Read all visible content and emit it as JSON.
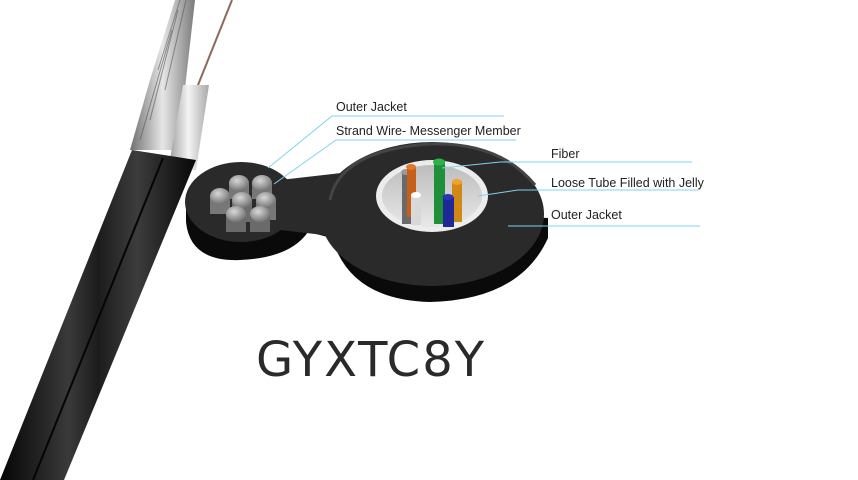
{
  "labels": {
    "outer_jacket_left": "Outer Jacket",
    "strand_wire": "Strand Wire- Messenger Member",
    "fiber": "Fiber",
    "loose_tube": "Loose Tube Filled with Jelly",
    "outer_jacket_right": "Outer Jacket"
  },
  "model_name": "GYXTC8Y",
  "colors": {
    "leader_line": "#7fd3ee",
    "jacket": "#1e1e1e",
    "steel_wire": "#a9a9a9",
    "fiber_colors": [
      "#e0782a",
      "#2db34a",
      "#f2a12a",
      "#2a35b8",
      "#ffffff",
      "#8a8a8a"
    ]
  }
}
